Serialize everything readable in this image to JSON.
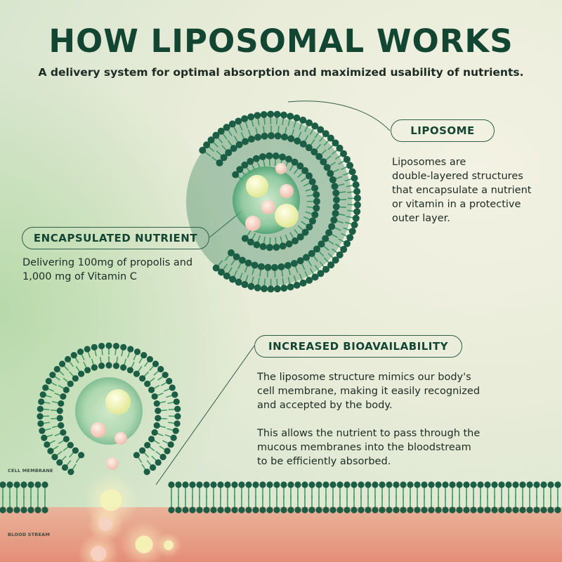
{
  "header": {
    "title": "HOW LIPOSOMAL WORKS",
    "subtitle": "A delivery system for optimal absorption and maximized usability of nutrients."
  },
  "liposome": {
    "label": "LIPOSOME",
    "description": [
      "Liposomes are",
      "double-layered structures",
      "that encapsulate a nutrient",
      "or vitamin in a protective",
      "outer layer."
    ]
  },
  "nutrient": {
    "label": "ENCAPSULATED NUTRIENT",
    "description": [
      "Delivering 100mg of propolis and",
      "1,000 mg of Vitamin C"
    ]
  },
  "bioavailability": {
    "label": "INCREASED BIOAVAILABILITY",
    "paragraph1": [
      "The liposome structure mimics our body's",
      "cell membrane, making it easily recognized",
      "and accepted by the body."
    ],
    "paragraph2": [
      "This allows the nutrient to pass through the",
      "mucous membranes into the bloodstream",
      "to be efficiently absorbed."
    ]
  },
  "labels": {
    "cell_membrane": "CELL MEMBRANE",
    "blood_stream": "BLOOD STREAM"
  },
  "colors": {
    "title": "#124532",
    "lipid_head": "#1b5e45",
    "lipid_tail": "#3d9a62",
    "blood": "#e89a7f",
    "sphere_yellow": "#f4f4b8",
    "sphere_pink": "#f6d2c4"
  }
}
